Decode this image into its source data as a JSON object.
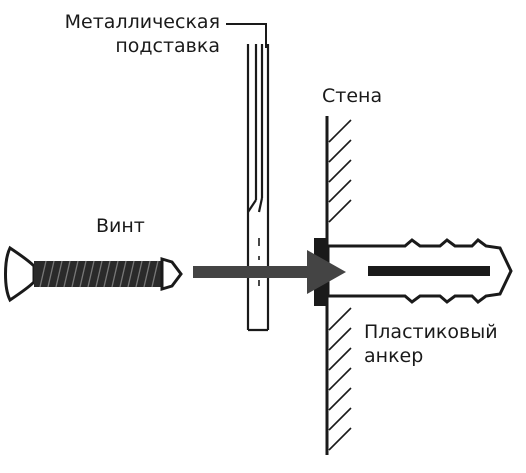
{
  "labels": {
    "stand_line1": "Металлическая",
    "stand_line2": "подставка",
    "wall": "Стена",
    "screw": "Винт",
    "anchor_line1": "Пластиковый",
    "anchor_line2": "анкер"
  },
  "colors": {
    "ink": "#1a1a1a",
    "arrow": "#444444",
    "screw_thread": "#2a2a2a",
    "background": "#ffffff"
  }
}
